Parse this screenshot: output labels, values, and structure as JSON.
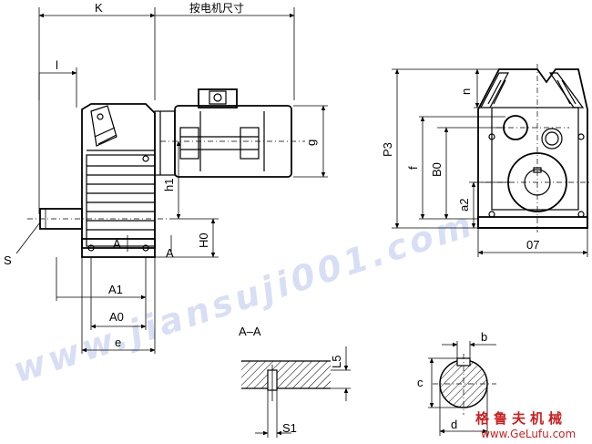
{
  "labels": {
    "K": "K",
    "motor_size": "按电机尺寸",
    "l": "l",
    "S": "S",
    "A_left": "A",
    "A_right": "A",
    "h1": "h1",
    "H0": "H0",
    "g": "g",
    "A1": "A1",
    "A0": "A0",
    "e": "e",
    "n": "n",
    "P3": "P3",
    "f": "f",
    "B0": "B0",
    "a2": "a2",
    "O7": "07",
    "section": "A–A",
    "L5": "L5",
    "S1": "S1",
    "b": "b",
    "c": "c",
    "d": "d"
  },
  "watermark": "www.jiansuji001.com",
  "brand": {
    "cn": "格鲁夫机械",
    "en": "www.GeLufu.com",
    "color": "#cc1f1f"
  },
  "colors": {
    "line": "#000000",
    "watermark": "#b9c6ee",
    "background": "#ffffff"
  }
}
